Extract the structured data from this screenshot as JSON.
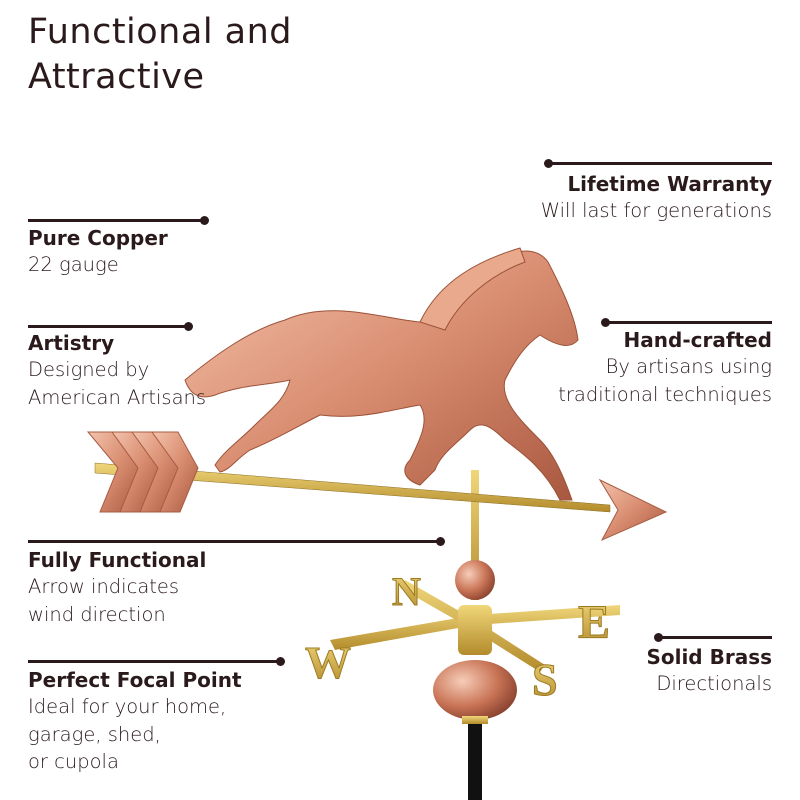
{
  "heading": {
    "line1": "Functional and",
    "line2": "Attractive"
  },
  "callouts": [
    {
      "title": "Lifetime Warranty",
      "lines": [
        "Will last for generations"
      ]
    },
    {
      "title": "Pure Copper",
      "lines": [
        "22 gauge"
      ]
    },
    {
      "title": "Artistry",
      "lines": [
        "Designed by",
        "American Artisans"
      ]
    },
    {
      "title": "Hand-crafted",
      "lines": [
        "By artisans using",
        "traditional techniques"
      ]
    },
    {
      "title": "Fully Functional",
      "lines": [
        "Arrow indicates",
        "wind direction"
      ]
    },
    {
      "title": "Solid Brass",
      "lines": [
        "Directionals"
      ]
    },
    {
      "title": "Perfect Focal Point",
      "lines": [
        "Ideal for your home,",
        "garage, shed,",
        "or cupola"
      ]
    }
  ],
  "directionals": {
    "n": "N",
    "s": "S",
    "e": "E",
    "w": "W"
  },
  "colors": {
    "text": "#2a1a1c",
    "copper": "#d9957a",
    "brass": "#c9a640"
  }
}
